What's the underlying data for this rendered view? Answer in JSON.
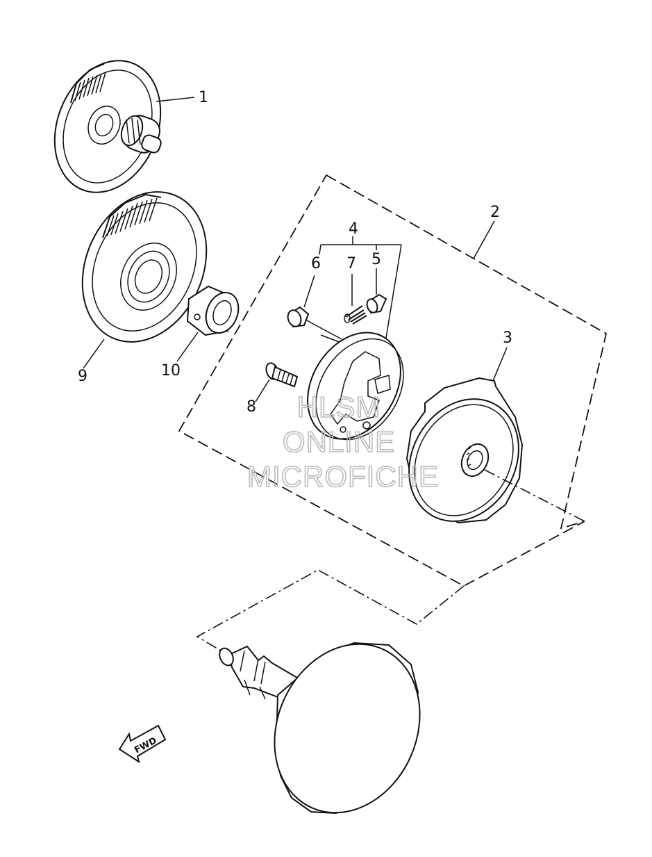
{
  "diagram": {
    "labels": {
      "p1": "1",
      "p2": "2",
      "p3": "3",
      "p4": "4",
      "p5": "5",
      "p6": "6",
      "p7": "7",
      "p8": "8",
      "p9": "9",
      "p10": "10"
    },
    "fwd_arrow_text": "FWD",
    "watermark": {
      "line1": "HLSM",
      "line2": "ONLINE",
      "line3": "MICROFICHE"
    }
  }
}
